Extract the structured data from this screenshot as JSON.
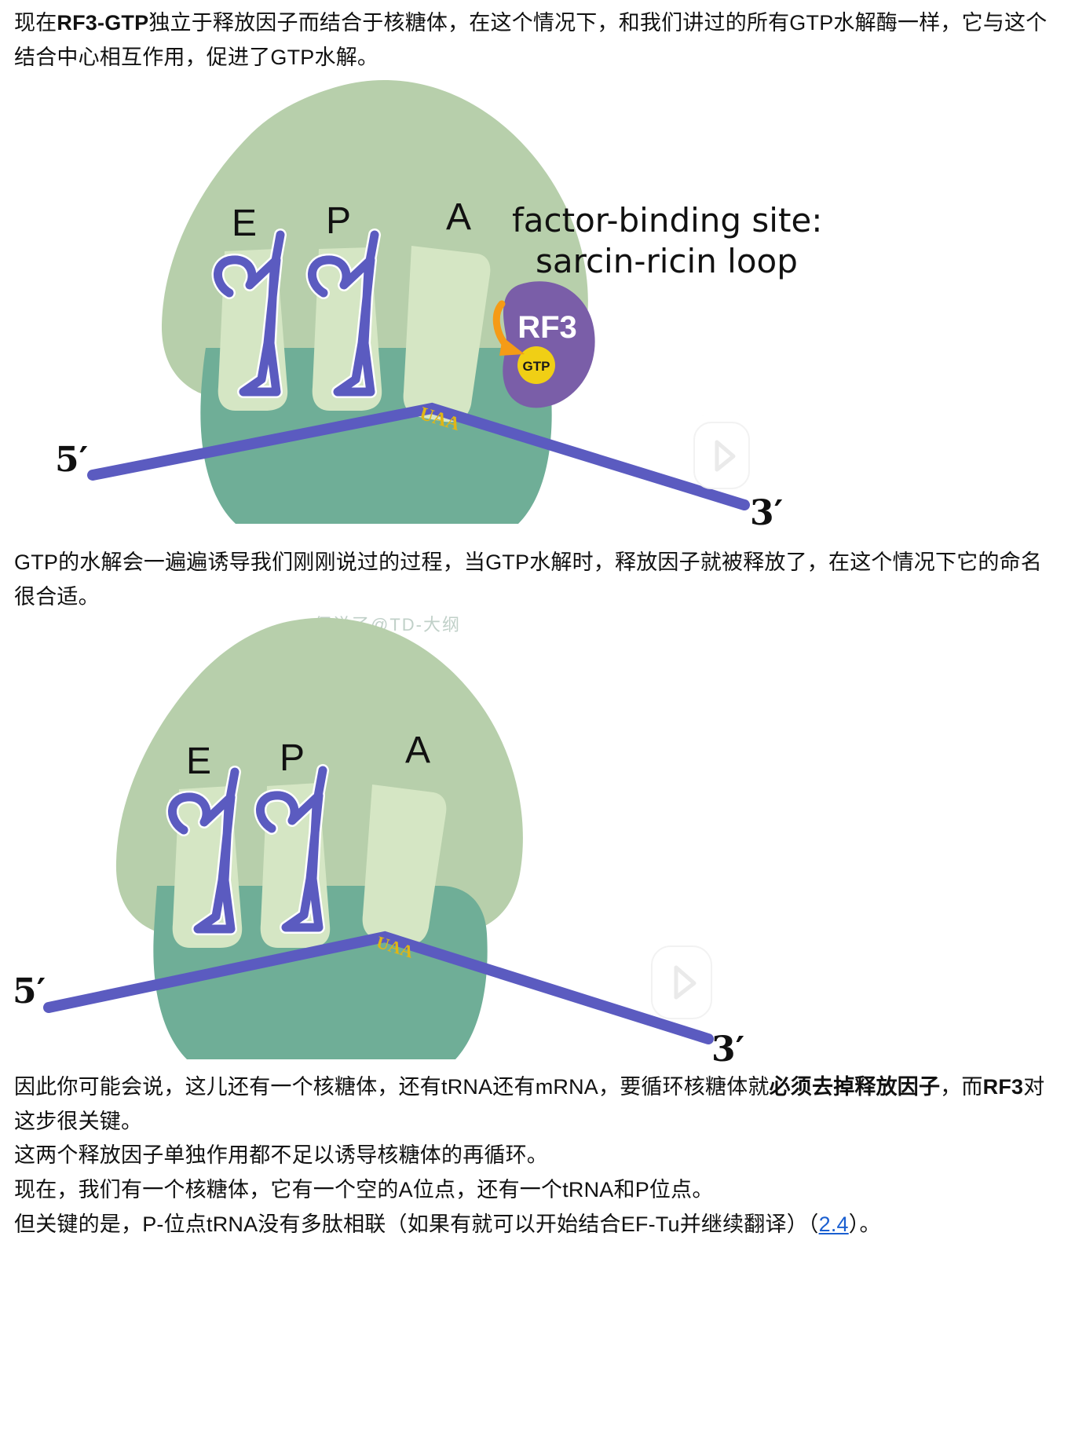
{
  "document": {
    "type": "lecture-transcript-with-figures",
    "language": "zh-CN"
  },
  "paragraphs": {
    "p1": {
      "segments": [
        {
          "text": "现在",
          "bold": false
        },
        {
          "text": "RF3-GTP",
          "bold": true
        },
        {
          "text": "独立于释放因子而结合于核糖体，在这个情况下，和我们讲过的所有GTP水解酶一样，它与这个结合中心相互作用，促进了GTP水解。",
          "bold": false
        }
      ],
      "plain": "现在RF3-GTP独立于释放因子而结合于核糖体，在这个情况下，和我们讲过的所有GTP水解酶一样，它与这个结合中心相互作用，促进了GTP水解。"
    },
    "p2": {
      "plain": "GTP的水解会一遍遍诱导我们刚刚说过的过程，当GTP水解时，释放因子就被释放了，在这个情况下它的命名很合适。"
    },
    "p3": {
      "segments": [
        {
          "text": "因此你可能会说，这儿还有一个核糖体，还有tRNA还有mRNA，要循环核糖体就",
          "bold": false
        },
        {
          "text": "必须去掉释放因子",
          "bold": true
        },
        {
          "text": "，而",
          "bold": false
        },
        {
          "text": "RF3",
          "bold": true
        },
        {
          "text": "对这步很关键。",
          "bold": false
        }
      ],
      "plain": "因此你可能会说，这儿还有一个核糖体，还有tRNA还有mRNA，要循环核糖体就必须去掉释放因子，而RF3对这步很关键。"
    },
    "p4": {
      "plain": "这两个释放因子单独作用都不足以诱导核糖体的再循环。"
    },
    "p5": {
      "plain": "现在，我们有一个核糖体，它有一个空的A位点，还有一个tRNA和P位点。"
    },
    "p6": {
      "segments": [
        {
          "text": "但关键的是，P-位点tRNA没有多肽相联（如果有就可以开始结合EF-Tu并继续翻译）（",
          "bold": false
        },
        {
          "text": "2.4",
          "link": true
        },
        {
          "text": "）。",
          "bold": false
        }
      ],
      "plain": "但关键的是，P-位点tRNA没有多肽相联（如果有就可以开始结合EF-Tu并继续翻译）（2.4）。"
    }
  },
  "figure1": {
    "name": "ribosome-with-RF3-GTP",
    "caption_line1": "factor-binding site:",
    "caption_line2": "sarcin-ricin loop",
    "site_labels": [
      "E",
      "P",
      "A"
    ],
    "factor_label": "RF3",
    "nucleotide_label": "GTP",
    "codon_label": "UAA",
    "mrna_end_5": "5′",
    "mrna_end_3": "3′",
    "watermark": "伺说了@TD-大纲",
    "logo": "bilibili-tv-logo",
    "colors": {
      "large_subunit": "#b7cfab",
      "small_subunit": "#6fae97",
      "tRNA_pocket": "#d5e6c4",
      "tRNA": "#5b5bc0",
      "factor": "#7a5ea8",
      "nucleotide": "#f0cf15",
      "arrow": "#f59b16",
      "mRNA": "#5b5bc0",
      "codon_text": "#e0b615"
    }
  },
  "figure2": {
    "name": "ribosome-after-GTP-hydrolysis",
    "site_labels": [
      "E",
      "P",
      "A"
    ],
    "codon_label": "UAA",
    "mrna_end_5": "5′",
    "mrna_end_3": "3′",
    "logo": "bilibili-tv-logo",
    "colors": {
      "large_subunit": "#b7cfab",
      "small_subunit": "#6fae97",
      "tRNA_pocket": "#d5e6c4",
      "tRNA": "#5b5bc0",
      "mRNA": "#5b5bc0",
      "codon_text": "#e0b615"
    }
  }
}
